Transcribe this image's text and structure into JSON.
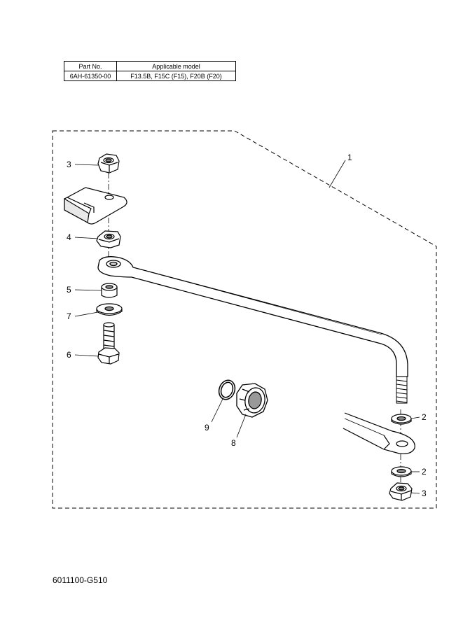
{
  "table": {
    "header_part_no": "Part No.",
    "header_model": "Applicable model",
    "part_no": "6AH-61350-00",
    "model": "F13.5B, F15C (F15), F20B (F20)"
  },
  "callouts": {
    "c1": "1",
    "c2a": "2",
    "c2b": "2",
    "c3a": "3",
    "c3b": "3",
    "c4": "4",
    "c5": "5",
    "c6": "6",
    "c7": "7",
    "c8": "8",
    "c9": "9"
  },
  "footer_code": "6011100-G510"
}
